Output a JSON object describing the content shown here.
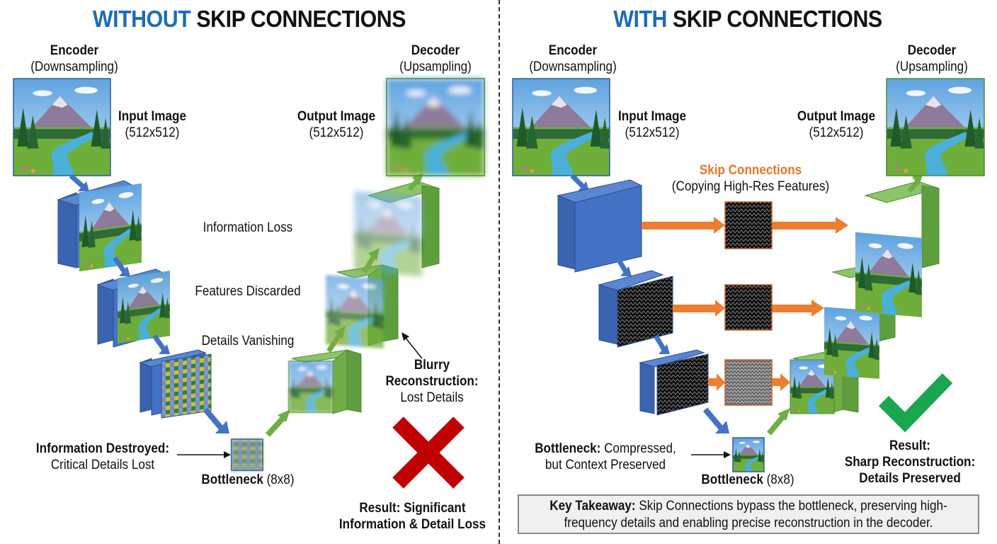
{
  "colors": {
    "accent_blue": "#1f6cb4",
    "encoder_blue": "#4472c4",
    "decoder_green": "#70ad47",
    "skip_orange": "#ed7d31",
    "cross_red": "#c00000",
    "check_green": "#1aa54f"
  },
  "left": {
    "title_accent": "WITHOUT",
    "title_rest": " SKIP CONNECTIONS",
    "encoder_title": "Encoder",
    "encoder_sub": "(Downsampling)",
    "decoder_title": "Decoder",
    "decoder_sub": "(Upsampling)",
    "input_label": "Input Image",
    "input_size": "(512x512)",
    "output_label": "Output Image",
    "output_size": "(512x512)",
    "mid_labels": [
      "Information Loss",
      "Features Discarded",
      "Details Vanishing"
    ],
    "blurry_title1": "Blurry",
    "blurry_title2": "Reconstruction:",
    "blurry_sub": "Lost Details",
    "destroyed_title": "Information Destroyed:",
    "destroyed_sub": "Critical Details Lost",
    "bottleneck_bold": "Bottleneck",
    "bottleneck_size": " (8x8)",
    "result_line1": "Result: Significant",
    "result_line2": "Information & Detail Loss",
    "result_icon": "cross-icon"
  },
  "right": {
    "title_accent": "WITH",
    "title_rest": " SKIP CONNECTIONS",
    "encoder_title": "Encoder",
    "encoder_sub": "(Downsampling)",
    "decoder_title": "Decoder",
    "decoder_sub": "(Upsampling)",
    "input_label": "Input Image",
    "input_size": "(512x512)",
    "output_label": "Output Image",
    "output_size": "(512x512)",
    "skip_title": "Skip Connections",
    "skip_sub": "(Copying High-Res Features)",
    "bottleneck_note_bold": "Bottleneck:",
    "bottleneck_note_rest": " Compressed,",
    "bottleneck_note_line2": "but Context Preserved",
    "bottleneck_bold": "Bottleneck",
    "bottleneck_size": " (8x8)",
    "result_line1": "Result:",
    "result_line2": "Sharp Reconstruction:",
    "result_line3": "Details Preserved",
    "result_icon": "checkmark-icon",
    "takeaway_bold": "Key Takeaway:",
    "takeaway_line1": " Skip Connections bypass the bottleneck, preserving high-",
    "takeaway_line2": "frequency details and enabling precise reconstruction in the decoder."
  }
}
